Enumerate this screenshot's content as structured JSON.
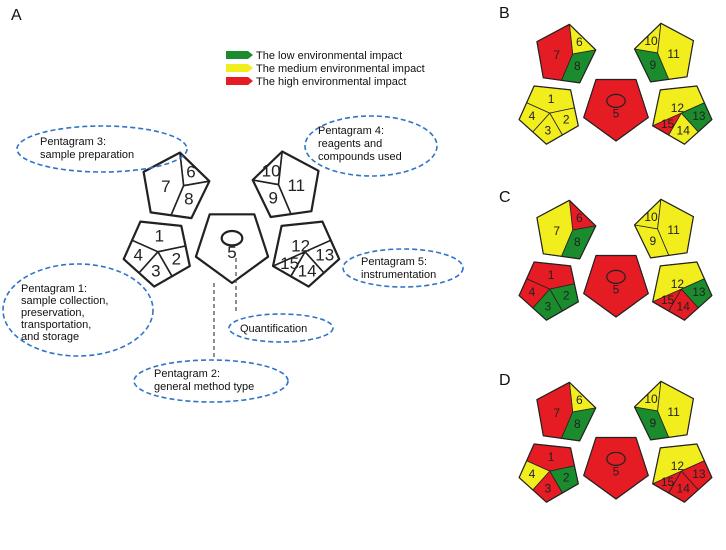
{
  "panel_letters": {
    "a": "A",
    "b": "B",
    "c": "C",
    "d": "D"
  },
  "legend": [
    {
      "label": "The low environmental impact",
      "color": "#1a8c2e"
    },
    {
      "label": "The medium environmental impact",
      "color": "#f2ee1e"
    },
    {
      "label": "The high environmental impact",
      "color": "#e51c23"
    }
  ],
  "annotations": {
    "p3": [
      "Pentagram 3:",
      "sample preparation"
    ],
    "p4": [
      "Pentagram 4:",
      "reagents and",
      "compounds used"
    ],
    "p1": [
      "Pentagram 1:",
      "sample collection,",
      "preservation,",
      "transportation,",
      "and storage"
    ],
    "p5": [
      "Pentagram 5:",
      "instrumentation"
    ],
    "quant": [
      "Quantification"
    ],
    "p2": [
      "Pentagram 2:",
      "general method type"
    ]
  },
  "field_numbers": {
    "f1": "1",
    "f2": "2",
    "f3": "3",
    "f4": "4",
    "f5": "5",
    "f6": "6",
    "f7": "7",
    "f8": "8",
    "f9": "9",
    "f10": "10",
    "f11": "11",
    "f12": "12",
    "f13": "13",
    "f14": "14",
    "f15": "15"
  },
  "panels": {
    "B": {
      "f1": "#f2ee1e",
      "f2": "#f2ee1e",
      "f3": "#f2ee1e",
      "f4": "#f2ee1e",
      "f5": "#e51c23",
      "f6": "#f2ee1e",
      "f7": "#e51c23",
      "f8": "#1a8c2e",
      "f9": "#1a8c2e",
      "f10": "#f2ee1e",
      "f11": "#f2ee1e",
      "f12": "#f2ee1e",
      "f13": "#1a8c2e",
      "f14": "#f2ee1e",
      "f15": "#e51c23"
    },
    "C": {
      "f1": "#e51c23",
      "f2": "#1a8c2e",
      "f3": "#1a8c2e",
      "f4": "#e51c23",
      "f5": "#e51c23",
      "f6": "#e51c23",
      "f7": "#f2ee1e",
      "f8": "#1a8c2e",
      "f9": "#f2ee1e",
      "f10": "#f2ee1e",
      "f11": "#f2ee1e",
      "f12": "#f2ee1e",
      "f13": "#1a8c2e",
      "f14": "#e51c23",
      "f15": "#e51c23"
    },
    "D": {
      "f1": "#e51c23",
      "f2": "#1a8c2e",
      "f3": "#e51c23",
      "f4": "#f2ee1e",
      "f5": "#e51c23",
      "f6": "#f2ee1e",
      "f7": "#e51c23",
      "f8": "#1a8c2e",
      "f9": "#1a8c2e",
      "f10": "#f2ee1e",
      "f11": "#f2ee1e",
      "f12": "#f2ee1e",
      "f13": "#e51c23",
      "f14": "#e51c23",
      "f15": "#e51c23"
    }
  }
}
